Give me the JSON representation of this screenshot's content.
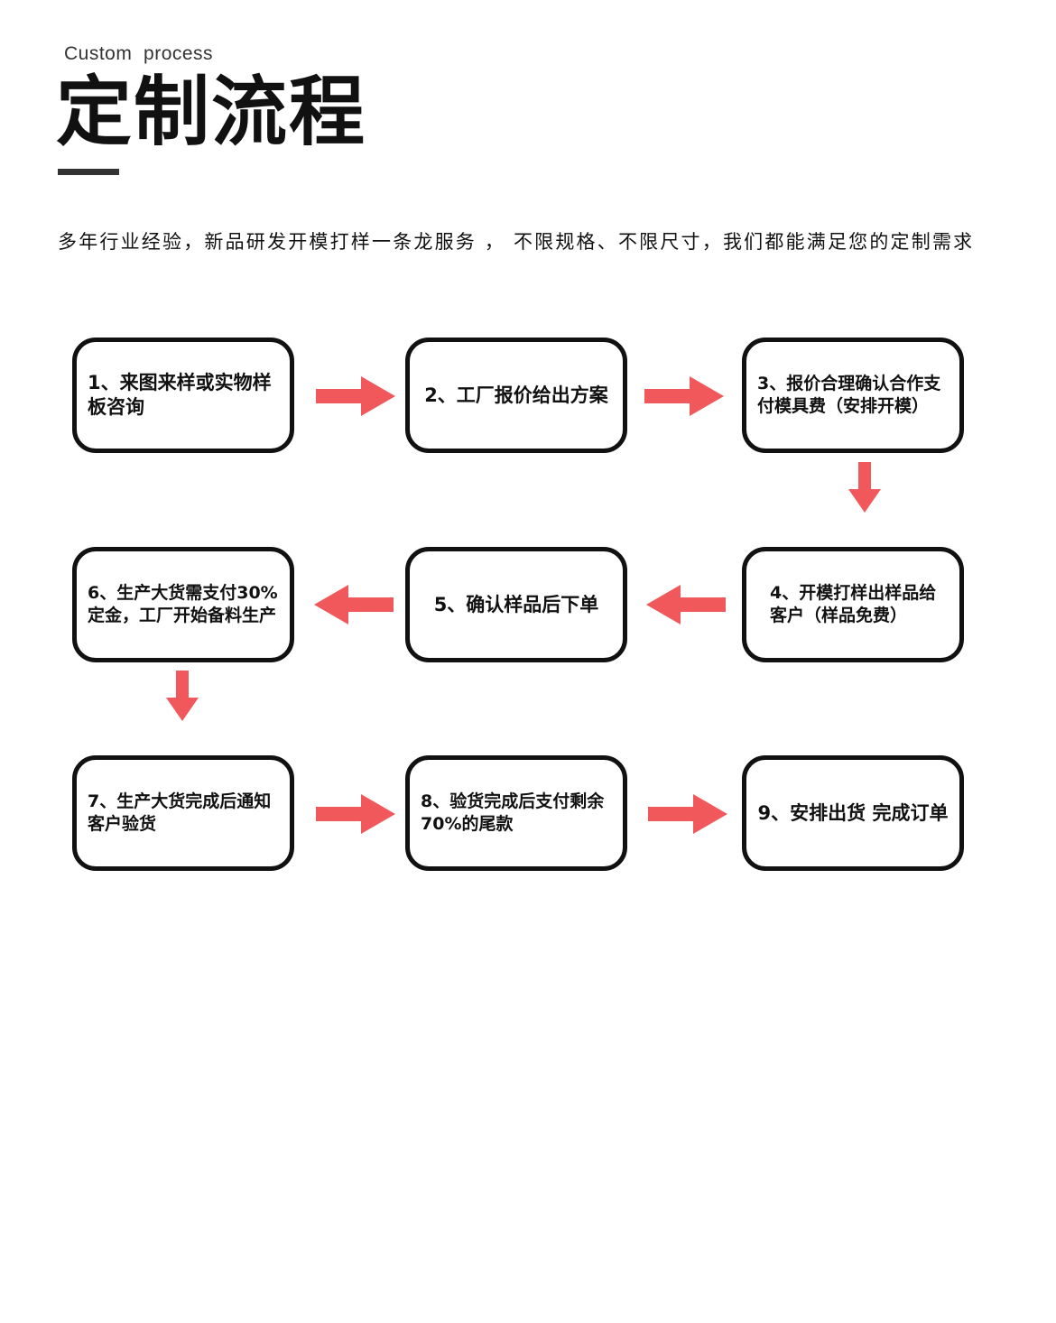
{
  "header": {
    "subtitle_en": "Custom  process",
    "title_cn": "定制流程",
    "intro": "多年行业经验，新品研发开模打样一条龙服务 ， 不限规格、不限尺寸，我们都能满足您的定制需求"
  },
  "flow": {
    "steps": [
      {
        "label": "1、来图来样或实物样板咨询"
      },
      {
        "label": "2、工厂报价给出方案"
      },
      {
        "label": "3、报价合理确认合作支付模具费（安排开模）"
      },
      {
        "label": "4、开模打样出样品给客户（样品免费）"
      },
      {
        "label": "5、确认样品后下单"
      },
      {
        "label": "6、生产大货需支付30%定金，工厂开始备料生产"
      },
      {
        "label": "7、生产大货完成后通知客户验货"
      },
      {
        "label": "8、验货完成后支付剩余70%的尾款"
      },
      {
        "label": "9、安排出货 完成订单"
      }
    ],
    "arrow_color": "#f0585c",
    "box_border_color": "#111111"
  }
}
